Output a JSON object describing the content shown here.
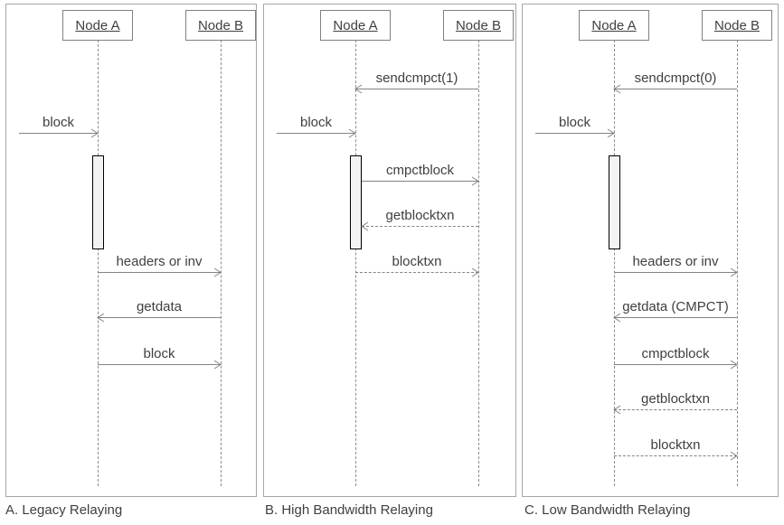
{
  "colors": {
    "background": "#ffffff",
    "panel_border": "#a6a6a6",
    "actor_border": "#808080",
    "lifeline": "#8c8c8c",
    "message_line": "#838383",
    "text": "#404040",
    "activation_fill": "#f2f2f2",
    "activation_border": "#000000"
  },
  "panels": [
    {
      "caption": "A. Legacy Relaying",
      "actors": [
        {
          "label": "Node A"
        },
        {
          "label": "Node B"
        }
      ],
      "messages": [
        {
          "label": "block",
          "from": "external",
          "to": "Node A",
          "line": "solid",
          "direction": "right"
        },
        {
          "label": "headers or inv",
          "from": "Node A",
          "to": "Node B",
          "line": "solid",
          "direction": "right"
        },
        {
          "label": "getdata",
          "from": "Node B",
          "to": "Node A",
          "line": "solid",
          "direction": "left"
        },
        {
          "label": "block",
          "from": "Node A",
          "to": "Node B",
          "line": "solid",
          "direction": "right"
        }
      ]
    },
    {
      "caption": "B. High Bandwidth Relaying",
      "actors": [
        {
          "label": "Node A"
        },
        {
          "label": "Node B"
        }
      ],
      "messages": [
        {
          "label": "sendcmpct(1)",
          "from": "Node B",
          "to": "Node A",
          "line": "solid",
          "direction": "left"
        },
        {
          "label": "block",
          "from": "external",
          "to": "Node A",
          "line": "solid",
          "direction": "right"
        },
        {
          "label": "cmpctblock",
          "from": "Node A",
          "to": "Node B",
          "line": "solid",
          "direction": "right"
        },
        {
          "label": "getblocktxn",
          "from": "Node B",
          "to": "Node A",
          "line": "dashed",
          "direction": "left"
        },
        {
          "label": "blocktxn",
          "from": "Node A",
          "to": "Node B",
          "line": "dashed",
          "direction": "right"
        }
      ]
    },
    {
      "caption": "C. Low Bandwidth Relaying",
      "actors": [
        {
          "label": "Node A"
        },
        {
          "label": "Node B"
        }
      ],
      "messages": [
        {
          "label": "sendcmpct(0)",
          "from": "Node B",
          "to": "Node A",
          "line": "solid",
          "direction": "left"
        },
        {
          "label": "block",
          "from": "external",
          "to": "Node A",
          "line": "solid",
          "direction": "right"
        },
        {
          "label": "headers or inv",
          "from": "Node A",
          "to": "Node B",
          "line": "solid",
          "direction": "right"
        },
        {
          "label": "getdata (CMPCT)",
          "from": "Node B",
          "to": "Node A",
          "line": "solid",
          "direction": "left"
        },
        {
          "label": "cmpctblock",
          "from": "Node A",
          "to": "Node B",
          "line": "solid",
          "direction": "right"
        },
        {
          "label": "getblocktxn",
          "from": "Node B",
          "to": "Node A",
          "line": "dashed",
          "direction": "left"
        },
        {
          "label": "blocktxn",
          "from": "Node A",
          "to": "Node B",
          "line": "dashed",
          "direction": "right"
        }
      ]
    }
  ]
}
